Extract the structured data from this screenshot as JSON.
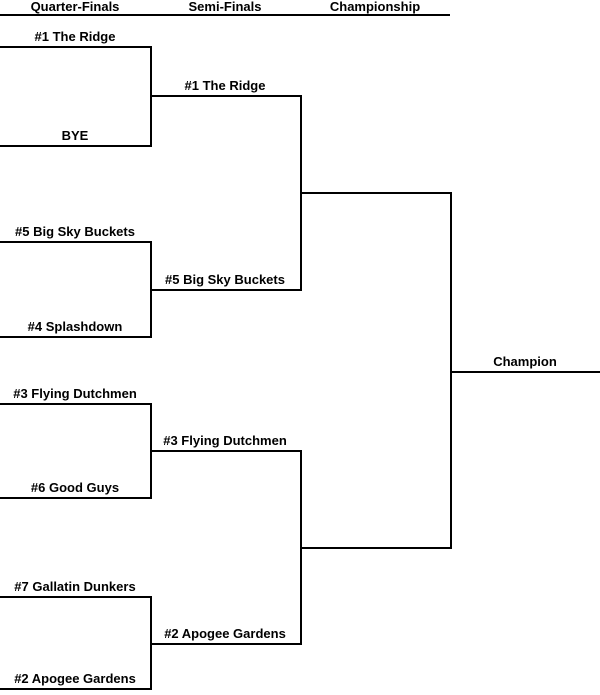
{
  "headers": {
    "quarter_finals": "Quarter-Finals",
    "semi_finals": "Semi-Finals",
    "championship": "Championship"
  },
  "quarterfinals": [
    {
      "top": "#1 The Ridge",
      "bottom": "BYE",
      "winner": "#1 The Ridge"
    },
    {
      "top": "#5 Big Sky Buckets",
      "bottom": "#4 Splashdown",
      "winner": "#5 Big Sky Buckets"
    },
    {
      "top": "#3 Flying Dutchmen",
      "bottom": "#6 Good Guys",
      "winner": "#3 Flying Dutchmen"
    },
    {
      "top": "#7 Gallatin Dunkers",
      "bottom": "#2 Apogee Gardens",
      "winner": "#2 Apogee Gardens"
    }
  ],
  "championship": {
    "champion_slot_label": "Champion"
  },
  "colors": {
    "line": "#000000",
    "text": "#000000",
    "background": "#ffffff"
  }
}
